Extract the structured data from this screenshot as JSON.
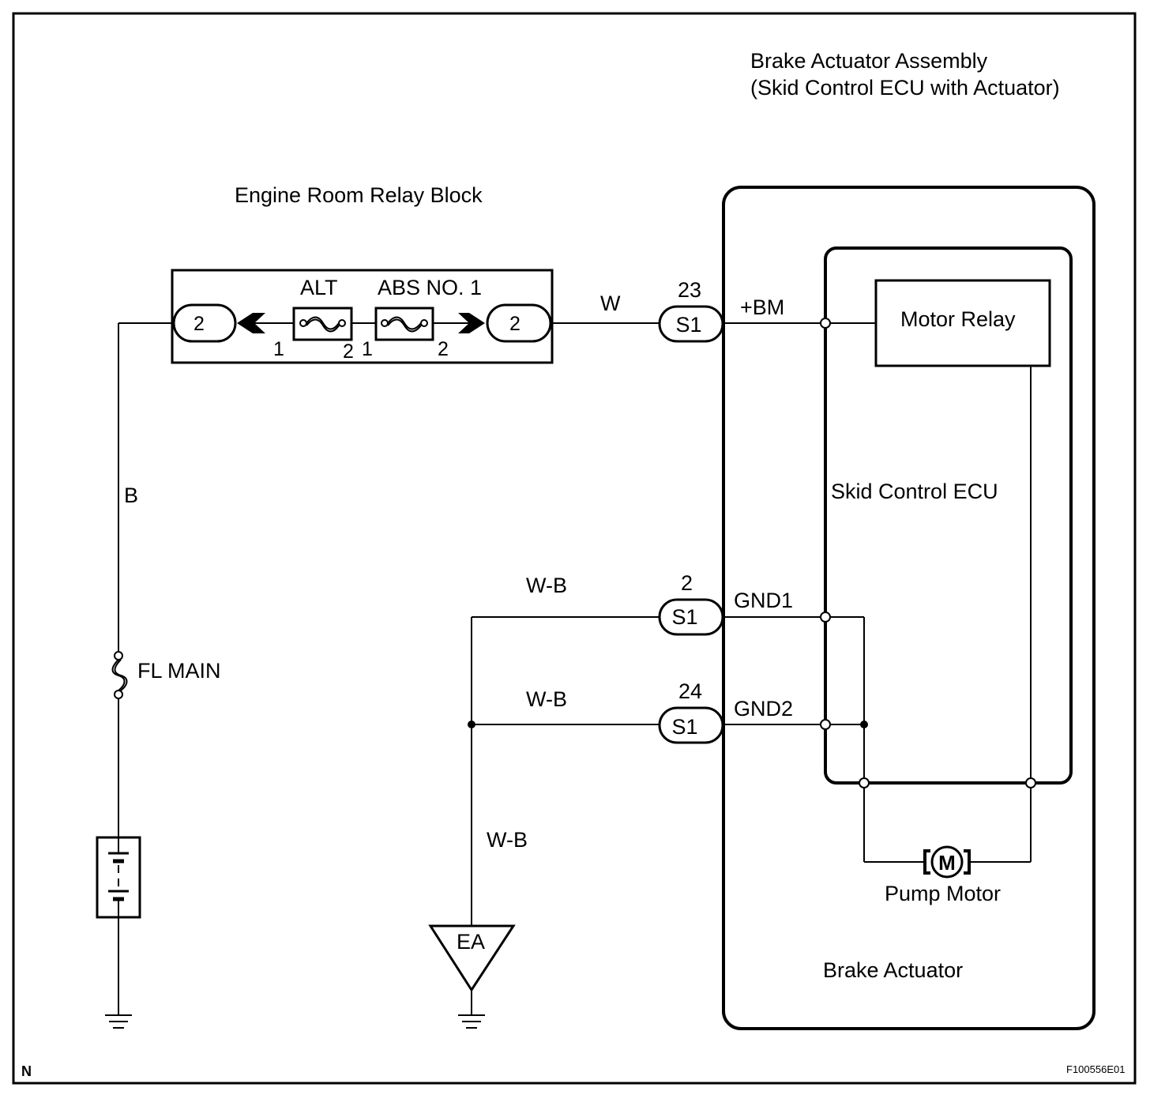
{
  "titles": {
    "assembly_line1": "Brake Actuator Assembly",
    "assembly_line2": "(Skid Control ECU with Actuator)",
    "relay_block": "Engine Room Relay Block",
    "skid_ecu": "Skid Control ECU",
    "brake_actuator": "Brake Actuator"
  },
  "components": {
    "fuse_alt": "ALT",
    "fuse_abs": "ABS NO. 1",
    "fl_main": "FL MAIN",
    "motor_relay": "Motor Relay",
    "pump_motor": "Pump Motor",
    "motor_symbol": "M",
    "ground_point": "EA"
  },
  "relay_block": {
    "left_connector": "2",
    "right_connector": "2",
    "alt_pin_in": "1",
    "alt_pin_out": "2",
    "abs_pin_in": "1",
    "abs_pin_out": "2"
  },
  "wires": {
    "battery_feed": "B",
    "bm_feed": "W",
    "gnd1_wire": "W-B",
    "gnd2_wire": "W-B",
    "ground_wire": "W-B"
  },
  "connectors": [
    {
      "name": "S1",
      "pin": "23",
      "terminal": "+BM"
    },
    {
      "name": "S1",
      "pin": "2",
      "terminal": "GND1"
    },
    {
      "name": "S1",
      "pin": "24",
      "terminal": "GND2"
    }
  ],
  "corner_marks": {
    "left": "N",
    "right": "F100556E01"
  }
}
